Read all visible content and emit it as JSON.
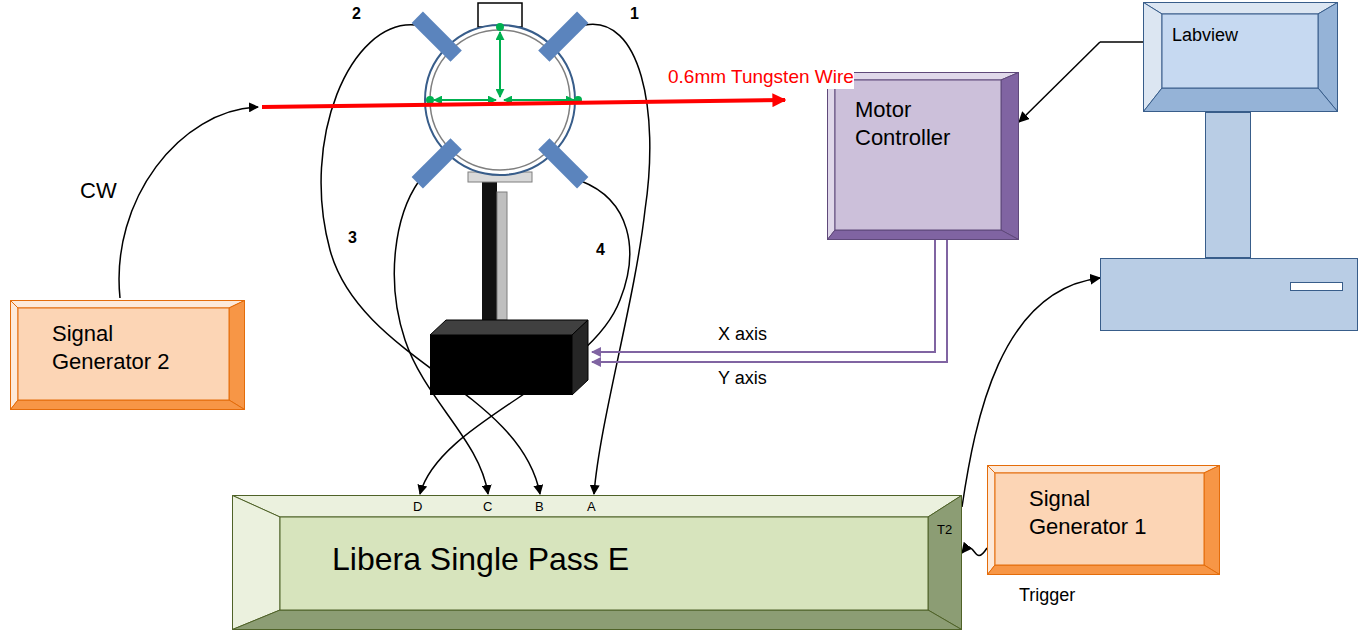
{
  "diagram": {
    "nodes": [
      {
        "text": [
          "Labview"
        ]
      },
      {
        "text": [
          "Motor Controller"
        ]
      },
      {
        "text": [
          "Signal Generator 2"
        ]
      },
      {
        "text": [
          "Signal Generator 1"
        ]
      },
      {
        "text": [
          "Libera Single Pass E"
        ]
      }
    ],
    "edges": [
      {
        "from": 0,
        "to": 1,
        "arrow": "to"
      },
      {
        "from": 4,
        "to": 0,
        "arrow": "to"
      },
      {
        "from": 3,
        "to": 4,
        "arrow": "to",
        "label": "Trigger"
      }
    ],
    "labels": [
      "2",
      "1",
      "0.6mm Tungsten Wire",
      "CW",
      "3",
      "4",
      "X axis",
      "Y axis",
      "D",
      "C",
      "B",
      "A",
      "T2"
    ]
  }
}
